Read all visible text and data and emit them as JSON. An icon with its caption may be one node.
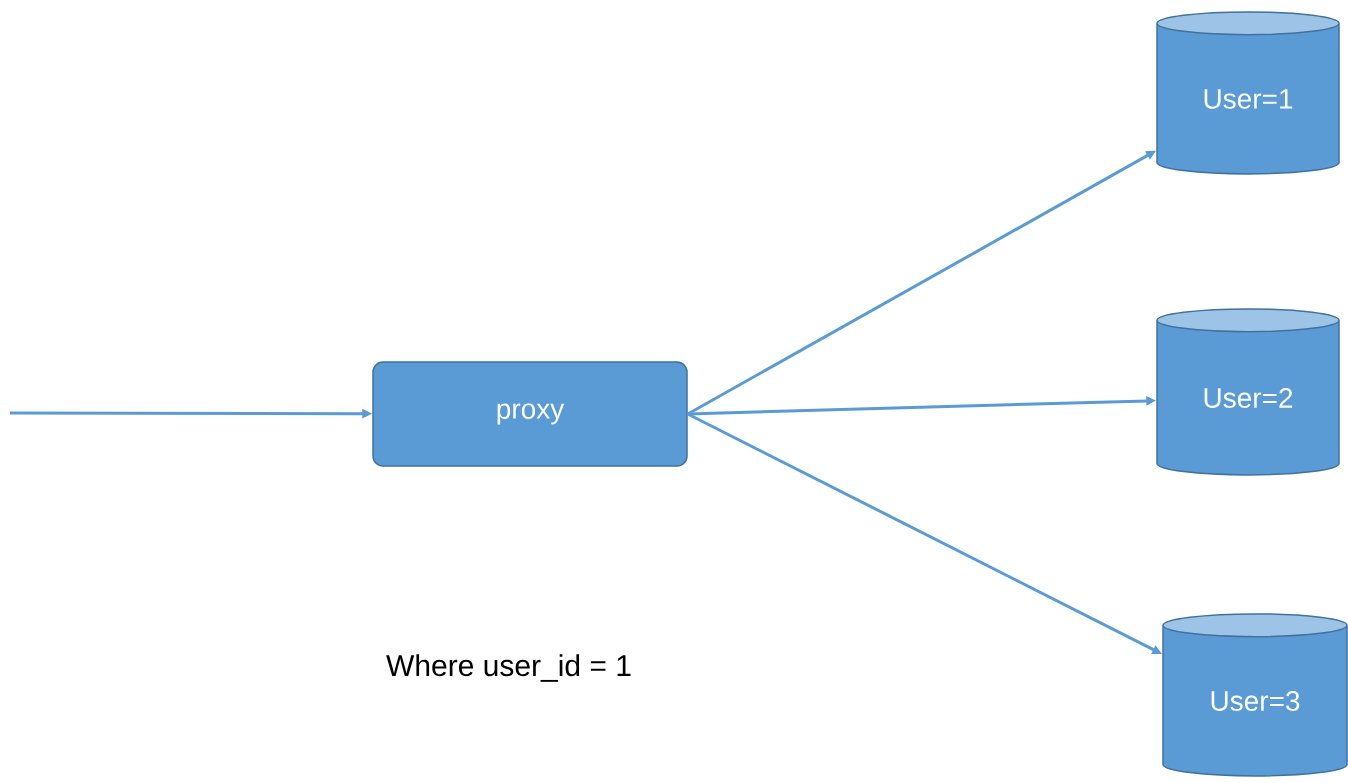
{
  "diagram": {
    "nodes": [
      {
        "text": [
          "proxy"
        ]
      },
      {
        "text": [
          "User=1"
        ]
      },
      {
        "text": [
          "User=2"
        ]
      },
      {
        "text": [
          "User=3"
        ]
      }
    ],
    "edges": [
      {
        "from": null,
        "to": 0,
        "arrow": "to"
      },
      {
        "from": 0,
        "to": 1,
        "arrow": "to"
      },
      {
        "from": 0,
        "to": 2,
        "arrow": "to"
      },
      {
        "from": 0,
        "to": 3,
        "arrow": "to"
      }
    ],
    "labels": [
      "Where user_id = 1"
    ]
  }
}
